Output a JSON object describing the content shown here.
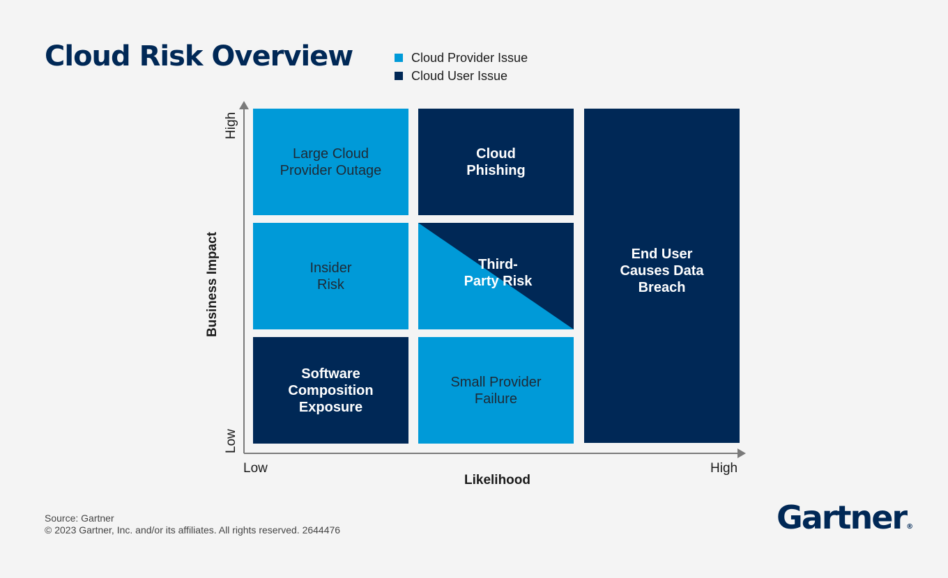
{
  "title": "Cloud Risk Overview",
  "legend": [
    {
      "label": "Cloud Provider Issue",
      "color": "#009ad8"
    },
    {
      "label": "Cloud User Issue",
      "color": "#002856"
    }
  ],
  "axes": {
    "y_title": "Business Impact",
    "y_high": "High",
    "y_low": "Low",
    "x_title": "Likelihood",
    "x_low": "Low",
    "x_high": "High"
  },
  "cells": {
    "large_cloud_outage": {
      "label": "Large Cloud\nProvider Outage",
      "category": "Cloud Provider Issue"
    },
    "cloud_phishing": {
      "label": "Cloud\nPhishing",
      "category": "Cloud User Issue"
    },
    "end_user_breach": {
      "label": "End User\nCauses Data\nBreach",
      "category": "Cloud User Issue"
    },
    "insider_risk": {
      "label": "Insider\nRisk",
      "category": "Cloud Provider Issue"
    },
    "third_party_risk": {
      "label": "Third-\nParty Risk",
      "category": "Cloud Provider Issue / Cloud User Issue"
    },
    "software_composition": {
      "label": "Software\nComposition\nExposure",
      "category": "Cloud User Issue"
    },
    "small_provider_failure": {
      "label": "Small Provider\nFailure",
      "category": "Cloud Provider Issue"
    }
  },
  "footer": {
    "source": "Source: Gartner",
    "copyright": "© 2023 Gartner, Inc. and/or its affiliates. All rights reserved. 2644476"
  },
  "logo": {
    "text": "Gartner",
    "mark": "®"
  }
}
